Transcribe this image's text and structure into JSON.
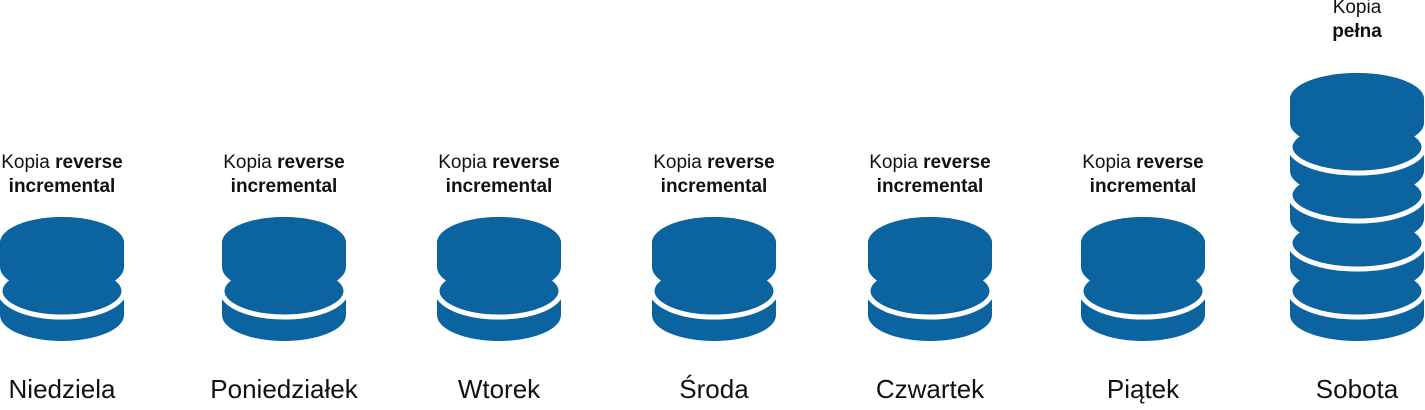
{
  "accent_color": "#0b63a0",
  "columns": [
    {
      "caption_normal": "Kopia",
      "caption_bold_1": "reverse",
      "caption_bold_2": "incremental",
      "day": "Niedziela",
      "disks": 2
    },
    {
      "caption_normal": "Kopia",
      "caption_bold_1": "reverse",
      "caption_bold_2": "incremental",
      "day": "Poniedziałek",
      "disks": 2
    },
    {
      "caption_normal": "Kopia",
      "caption_bold_1": "reverse",
      "caption_bold_2": "incremental",
      "day": "Wtorek",
      "disks": 2
    },
    {
      "caption_normal": "Kopia",
      "caption_bold_1": "reverse",
      "caption_bold_2": "incremental",
      "day": "Środa",
      "disks": 2
    },
    {
      "caption_normal": "Kopia",
      "caption_bold_1": "reverse",
      "caption_bold_2": "incremental",
      "day": "Czwartek",
      "disks": 2
    },
    {
      "caption_normal": "Kopia",
      "caption_bold_1": "reverse",
      "caption_bold_2": "incremental",
      "day": "Piątek",
      "disks": 2
    },
    {
      "caption_normal": "Kopia",
      "caption_bold_1": "pełna",
      "caption_bold_2": "",
      "day": "Sobota",
      "disks": 5
    }
  ]
}
